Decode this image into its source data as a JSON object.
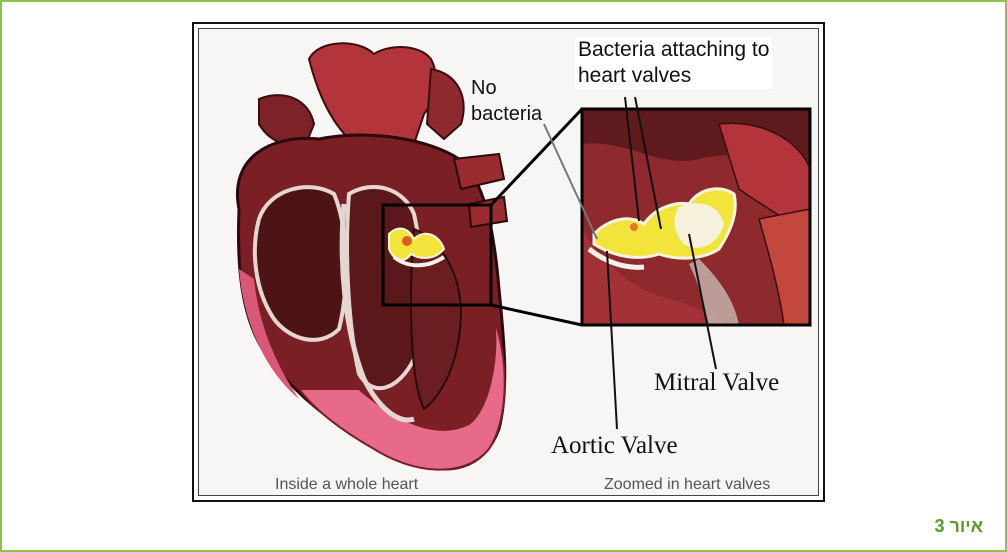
{
  "figure": {
    "labels": {
      "bacteria_attaching": [
        "Bacteria attaching to",
        "heart valves"
      ],
      "no_bacteria": [
        "No",
        "bacteria"
      ],
      "mitral_valve": "Mitral Valve",
      "aortic_valve": "Aortic Valve"
    },
    "captions": {
      "left": "Inside a whole heart",
      "right": "Zoomed in heart valves"
    }
  },
  "figure_number": "איור 3",
  "colors": {
    "frame_border": "#8cc152",
    "figure_number": "#5a9a2a",
    "heart_dark": "#6b1e22",
    "heart_red": "#b3343a",
    "heart_pink": "#e86a8a",
    "bacteria_yellow": "#f2e43a"
  }
}
